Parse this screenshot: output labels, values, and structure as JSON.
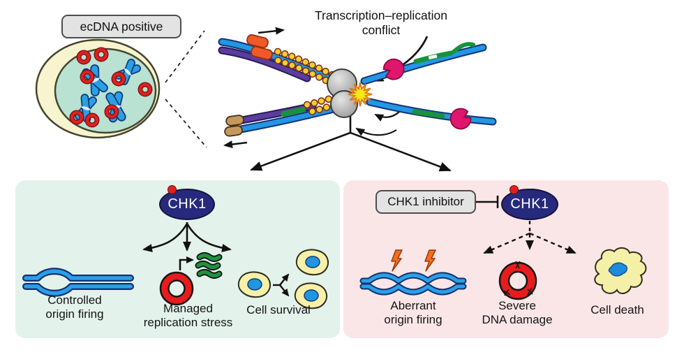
{
  "ecdna": {
    "label": "ecDNA positive"
  },
  "title": {
    "line1": "Transcription–replication",
    "line2": "conflict"
  },
  "left_panel": {
    "chk1": "CHK1",
    "outcome1": {
      "line1": "Controlled",
      "line2": "origin firing"
    },
    "outcome2": {
      "line1": "Managed",
      "line2": "replication stress"
    },
    "outcome3": {
      "line1": "Cell survival"
    }
  },
  "right_panel": {
    "inhibitor": "CHK1 inhibitor",
    "chk1": "CHK1",
    "outcome1": {
      "line1": "Aberrant",
      "line2": "origin firing"
    },
    "outcome2": {
      "line1": "Severe",
      "line2": "DNA damage"
    },
    "outcome3": {
      "line1": "Cell death"
    }
  },
  "icons": {
    "cell": "ecdna-positive-cell-icon",
    "fork": "replication-fork-icon",
    "starburst": "conflict-starburst-icon",
    "origin_bubble": "origin-bubble-icon",
    "ecdna_ring": "ecdna-ring-icon",
    "transcripts": "transcript-squiggles-icon",
    "cells": "cell-survival-icon",
    "lightning": "lightning-bolt-icon",
    "damage_ring": "damaged-ecdna-ring-icon",
    "dead_cell": "apoptotic-cell-icon"
  },
  "colors": {
    "panel_left_bg": "#e4f2ec",
    "panel_right_bg": "#fbe6e7",
    "chk1_fill": "#272a7c",
    "dna_blue": "#2397e3",
    "strand_purple": "#5b3d9e",
    "ecdna_red": "#e41e1e",
    "transcript_green": "#1f9140",
    "polymerase_magenta": "#e0156e",
    "rnapol_orange": "#f05a28",
    "starburst_yellow": "#f9e818",
    "cell_yellow": "#f7f0a8",
    "nucleus_teal": "#b9e2d2",
    "gray_box_bg": "#e3e3e3"
  }
}
